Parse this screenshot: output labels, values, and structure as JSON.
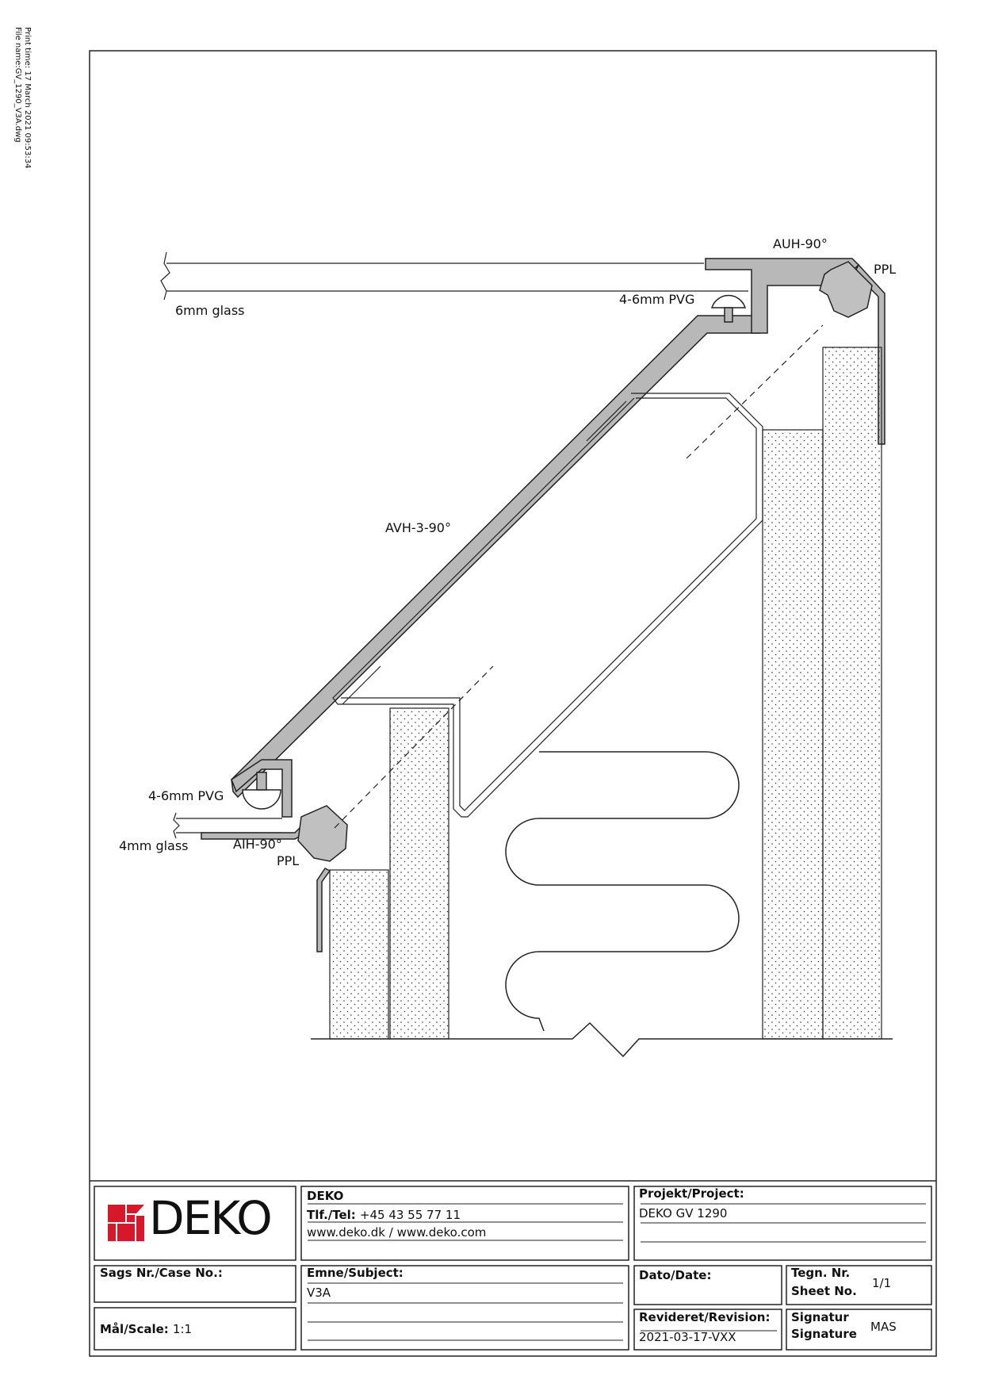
{
  "meta": {
    "print_time": "Print time: 17 March 2021 09:53:34",
    "file_name": "File name:GV_1290_V3A.dwg"
  },
  "labels": {
    "auh": "AUH-90°",
    "ppl_top": "PPL",
    "glass_6mm": "6mm glass",
    "pvg_top": "4-6mm PVG",
    "avh": "AVH-3-90°",
    "pvg_bottom": "4-6mm PVG",
    "glass_4mm": "4mm glass",
    "aih": "AIH-90°",
    "ppl_bottom": "PPL"
  },
  "title_block": {
    "logo_text": "DEKO",
    "company_name": "DEKO",
    "tel_label": "Tlf./Tel:",
    "tel_value": "+45 43 55 77 11",
    "web": "www.deko.dk / www.deko.com",
    "project_label": "Projekt/Project:",
    "project_value": "DEKO GV 1290",
    "case_label": "Sags Nr./Case No.:",
    "subject_label": "Emne/Subject:",
    "subject_value": "V3A",
    "date_label": "Dato/Date:",
    "sheet_label_1": "Tegn. Nr.",
    "sheet_label_2": "Sheet No.",
    "sheet_value": "1/1",
    "scale_label": "Mål/Scale:",
    "scale_value": "1:1",
    "revision_label": "Revideret/Revision:",
    "revision_value": "2021-03-17-VXX",
    "signature_label_1": "Signatur",
    "signature_label_2": "Signature",
    "signature_value": "MAS"
  },
  "colors": {
    "profile_fill": "#b8b8b8",
    "profile_stroke": "#222222",
    "logo_red": "#d7182a"
  }
}
